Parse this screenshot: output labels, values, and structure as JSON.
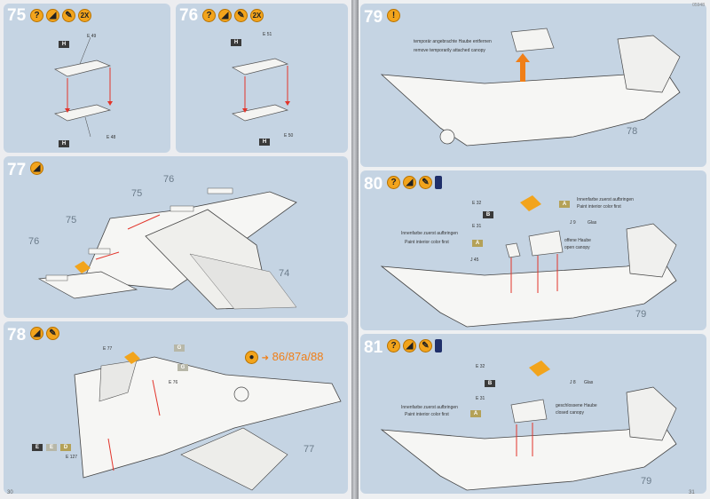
{
  "colors": {
    "panel": "#c5d4e3",
    "accent": "#f2a41c",
    "arrow": "#e2342a",
    "ref": "#f07f18"
  },
  "steps": [
    {
      "num": "75",
      "icons": [
        "question-icon",
        "glue-icon",
        "paint-brush-icon",
        "2x-icon"
      ],
      "badge": "2X",
      "parts": [
        {
          "code": "E",
          "num": "49"
        },
        {
          "code": "E",
          "num": "48"
        }
      ],
      "tags": [
        "H",
        "H"
      ]
    },
    {
      "num": "76",
      "icons": [
        "question-icon",
        "glue-icon",
        "paint-brush-icon",
        "2x-icon"
      ],
      "badge": "2X",
      "parts": [
        {
          "code": "E",
          "num": "51"
        },
        {
          "code": "E",
          "num": "50"
        }
      ],
      "tags": [
        "H",
        "H"
      ]
    },
    {
      "num": "77",
      "icons": [
        "glue-icon"
      ],
      "labels": [
        "76",
        "75",
        "75",
        "76",
        "74"
      ]
    },
    {
      "num": "78",
      "icons": [
        "glue-icon",
        "paint-brush-icon"
      ],
      "parts": [
        {
          "code": "E",
          "num": "77"
        },
        {
          "code": "E",
          "num": "76"
        },
        {
          "code": "E",
          "num": "127"
        }
      ],
      "tags": [
        "G",
        "G",
        "E",
        "E",
        "D"
      ],
      "ref": "86/87a/88",
      "labels": [
        "77"
      ]
    },
    {
      "num": "79",
      "icons": [
        "exclamation-icon"
      ],
      "text_de": "temporär angebrachte Haube entfernen",
      "text_en": "remove temporarily attached canopy",
      "labels": [
        "78"
      ]
    },
    {
      "num": "80",
      "icons": [
        "question-icon",
        "glue-icon",
        "paint-brush-icon",
        "bottle-icon"
      ],
      "parts": [
        {
          "code": "E",
          "num": "32"
        },
        {
          "code": "E",
          "num": "31"
        },
        {
          "code": "J",
          "num": "45"
        },
        {
          "code": "J",
          "num": "9"
        }
      ],
      "tags": [
        "B",
        "A",
        "A"
      ],
      "text1_de": "Innenfarbe zuerst aufbringen",
      "text1_en": "Paint interior color first",
      "text2_de": "Innenfarbe zuerst aufbringen",
      "text2_en": "Paint interior color first",
      "text3_de": "offene Haube",
      "text3_en": "open canopy",
      "badge": "Glas",
      "labels": [
        "79"
      ]
    },
    {
      "num": "81",
      "icons": [
        "question-icon",
        "glue-icon",
        "paint-brush-icon",
        "bottle-icon"
      ],
      "parts": [
        {
          "code": "E",
          "num": "32"
        },
        {
          "code": "E",
          "num": "31"
        },
        {
          "code": "J",
          "num": "8"
        }
      ],
      "tags": [
        "B",
        "A"
      ],
      "text_de": "Innenfarbe zuerst aufbringen",
      "text_en": "Paint interior color first",
      "text2_de": "geschlossene Haube",
      "text2_en": "closed canopy",
      "badge": "Glas",
      "labels": [
        "79"
      ]
    }
  ],
  "pages": {
    "left": "30",
    "right": "31"
  },
  "doc_code": "05948"
}
